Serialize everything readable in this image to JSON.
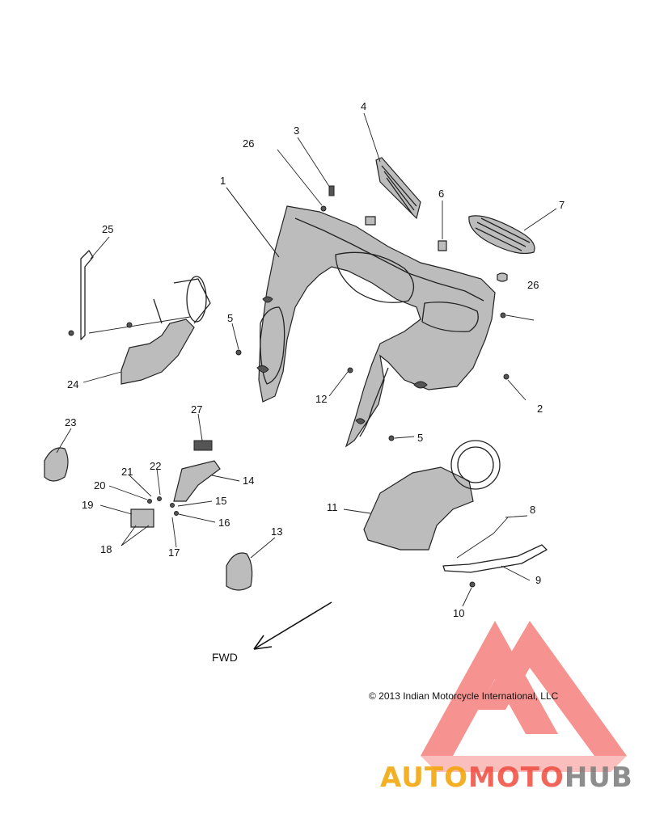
{
  "diagram": {
    "callouts": [
      {
        "id": "c1",
        "text": "1"
      },
      {
        "id": "c2",
        "text": "2"
      },
      {
        "id": "c3",
        "text": "3"
      },
      {
        "id": "c4",
        "text": "4"
      },
      {
        "id": "c5a",
        "text": "5"
      },
      {
        "id": "c5b",
        "text": "5"
      },
      {
        "id": "c6",
        "text": "6"
      },
      {
        "id": "c7",
        "text": "7"
      },
      {
        "id": "c8",
        "text": "8"
      },
      {
        "id": "c9",
        "text": "9"
      },
      {
        "id": "c10",
        "text": "10"
      },
      {
        "id": "c11",
        "text": "11"
      },
      {
        "id": "c12",
        "text": "12"
      },
      {
        "id": "c13",
        "text": "13"
      },
      {
        "id": "c14",
        "text": "14"
      },
      {
        "id": "c15",
        "text": "15"
      },
      {
        "id": "c16",
        "text": "16"
      },
      {
        "id": "c17",
        "text": "17"
      },
      {
        "id": "c18",
        "text": "18"
      },
      {
        "id": "c19",
        "text": "19"
      },
      {
        "id": "c20",
        "text": "20"
      },
      {
        "id": "c21",
        "text": "21"
      },
      {
        "id": "c22",
        "text": "22"
      },
      {
        "id": "c23",
        "text": "23"
      },
      {
        "id": "c24",
        "text": "24"
      },
      {
        "id": "c25",
        "text": "25"
      },
      {
        "id": "c26a",
        "text": "26"
      },
      {
        "id": "c26b",
        "text": "26"
      },
      {
        "id": "c27",
        "text": "27"
      }
    ],
    "direction_label": "FWD",
    "copyright": "© 2013 Indian Motorcycle International, LLC"
  },
  "watermark": {
    "part1": "AUTO",
    "part2": "MOTO",
    "part3": "HUB",
    "colors": {
      "auto": "#f2a300",
      "moto": "#ef4b3f",
      "hub": "#7a7a7a",
      "logo": "#ef3b36"
    }
  }
}
